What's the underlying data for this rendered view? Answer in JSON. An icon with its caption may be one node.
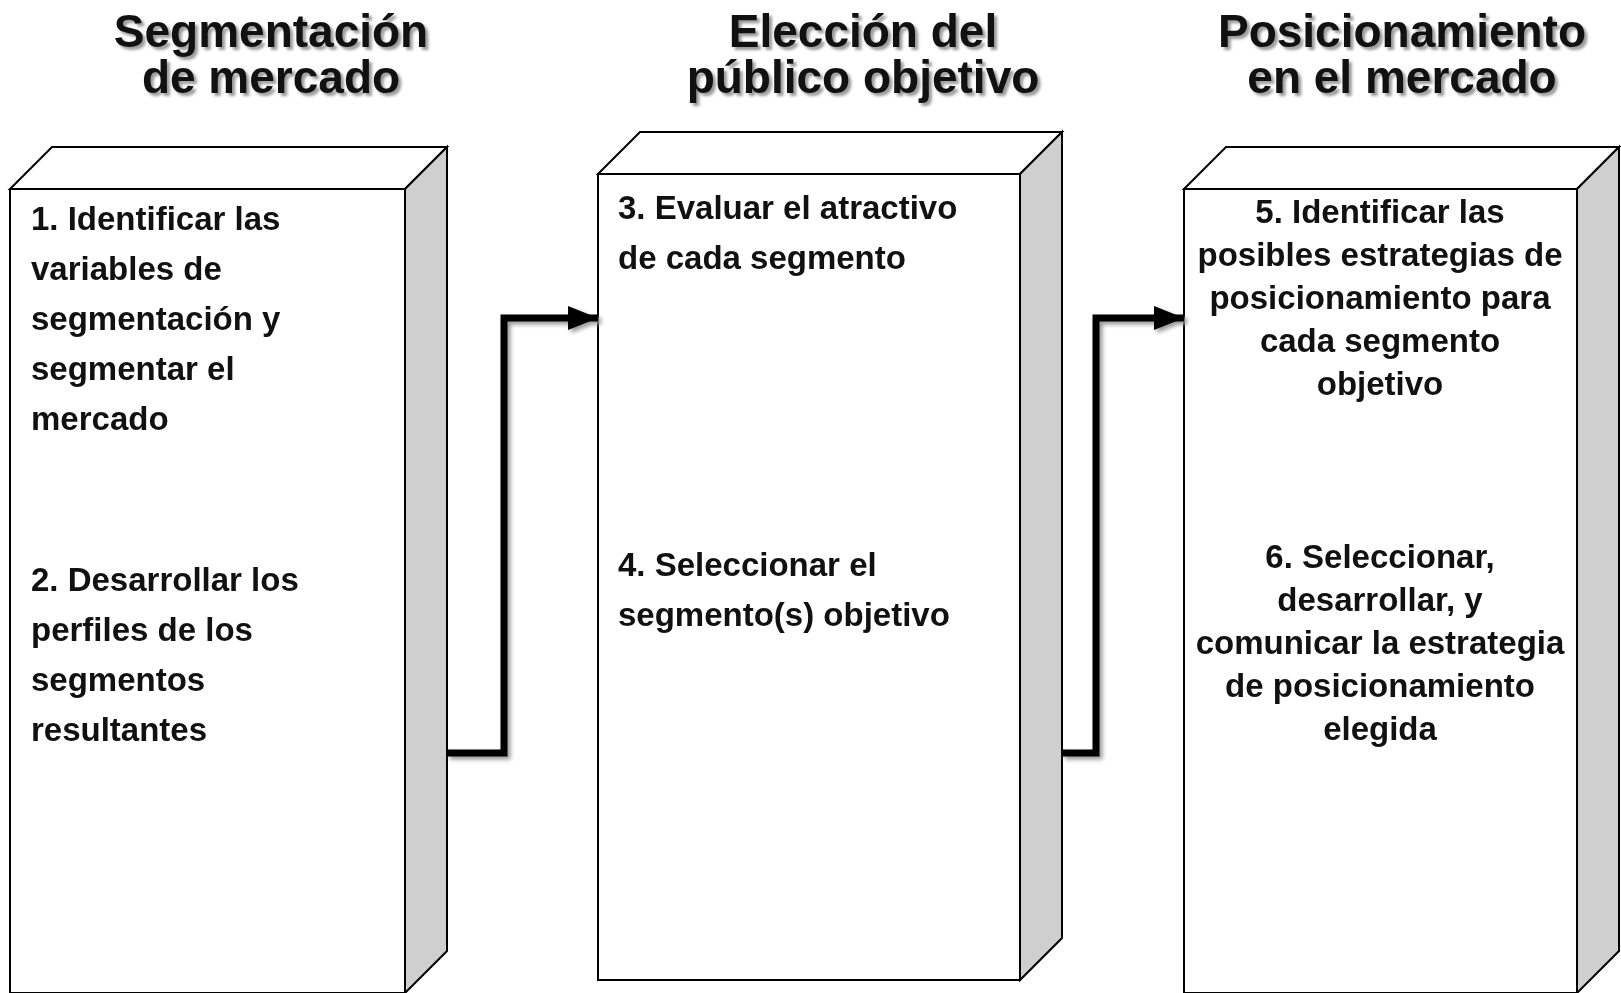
{
  "diagram": {
    "nodes": [
      {
        "text": [
          "Segmentación de mercado",
          "1. Identificar las variables de segmentación y segmentar el mercado",
          "2. Desarrollar los perfiles de los segmentos resultantes"
        ]
      },
      {
        "text": [
          "Elección del público objetivo",
          "3. Evaluar el atractivo de cada segmento",
          "4. Seleccionar el segmento(s) objetivo"
        ]
      },
      {
        "text": [
          "Posicionamiento en el mercado",
          "5. Identificar las posibles estrategias de posicionamiento para cada segmento objetivo",
          "6. Seleccionar, desarrollar, y comunicar la estrategia de posicionamiento elegida"
        ]
      }
    ],
    "edges": [
      {
        "from": 0,
        "to": 1,
        "arrow": "to"
      },
      {
        "from": 1,
        "to": 2,
        "arrow": "to"
      }
    ]
  }
}
